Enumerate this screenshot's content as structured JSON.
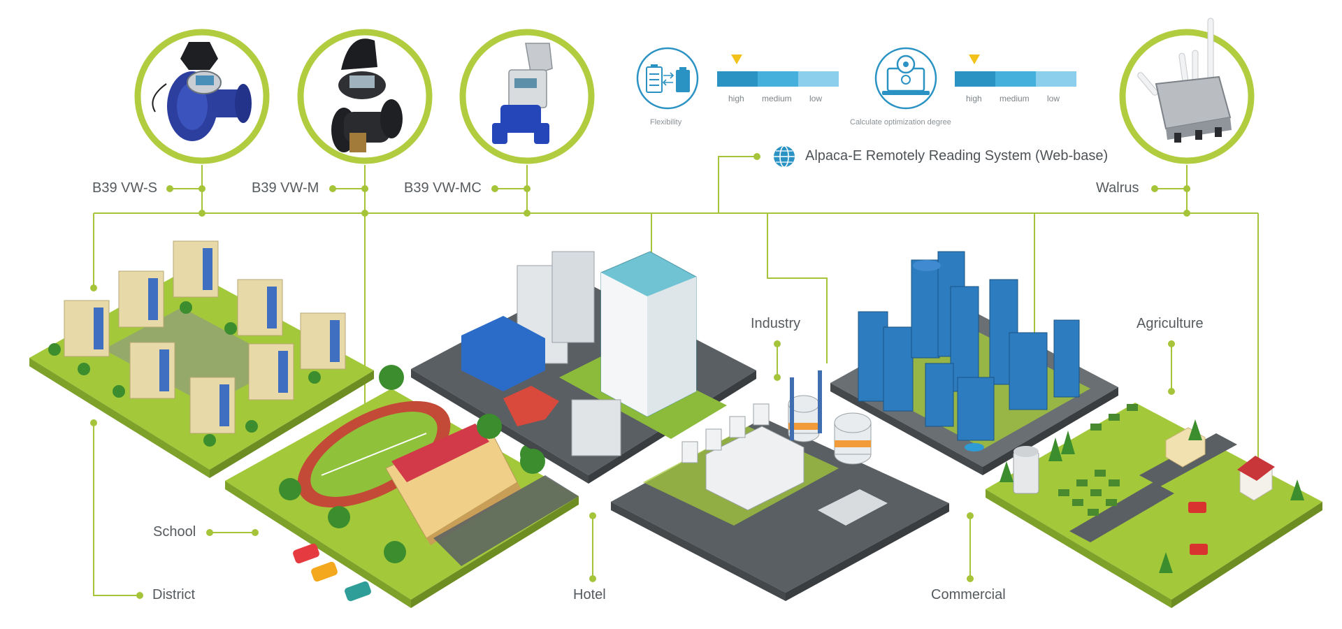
{
  "meters": {
    "s": "B39 VW-S",
    "m": "B39 VW-M",
    "mc": "B39 VW-MC",
    "gateway": "Walrus"
  },
  "flexibility": {
    "caption": "Flexibility",
    "levels": [
      "high",
      "medium",
      "low"
    ]
  },
  "optimization": {
    "caption": "Calculate optimization degree",
    "levels": [
      "high",
      "medium",
      "low"
    ]
  },
  "system": {
    "label": "Alpaca-E Remotely Reading System (Web-base)"
  },
  "areas": {
    "district": "District",
    "school": "School",
    "hotel": "Hotel",
    "industry": "Industry",
    "commercial": "Commercial",
    "agriculture": "Agriculture"
  },
  "colors": {
    "line_green": "#a5c43a",
    "ring_green": "#b1cc3f",
    "ground_green": "#a3c83a",
    "bar_dark": "#2b92c4",
    "bar_mid": "#45b0dc",
    "bar_light": "#8ccfec",
    "marker_yellow": "#f2c21b",
    "icon_blue": "#2b92c4"
  }
}
